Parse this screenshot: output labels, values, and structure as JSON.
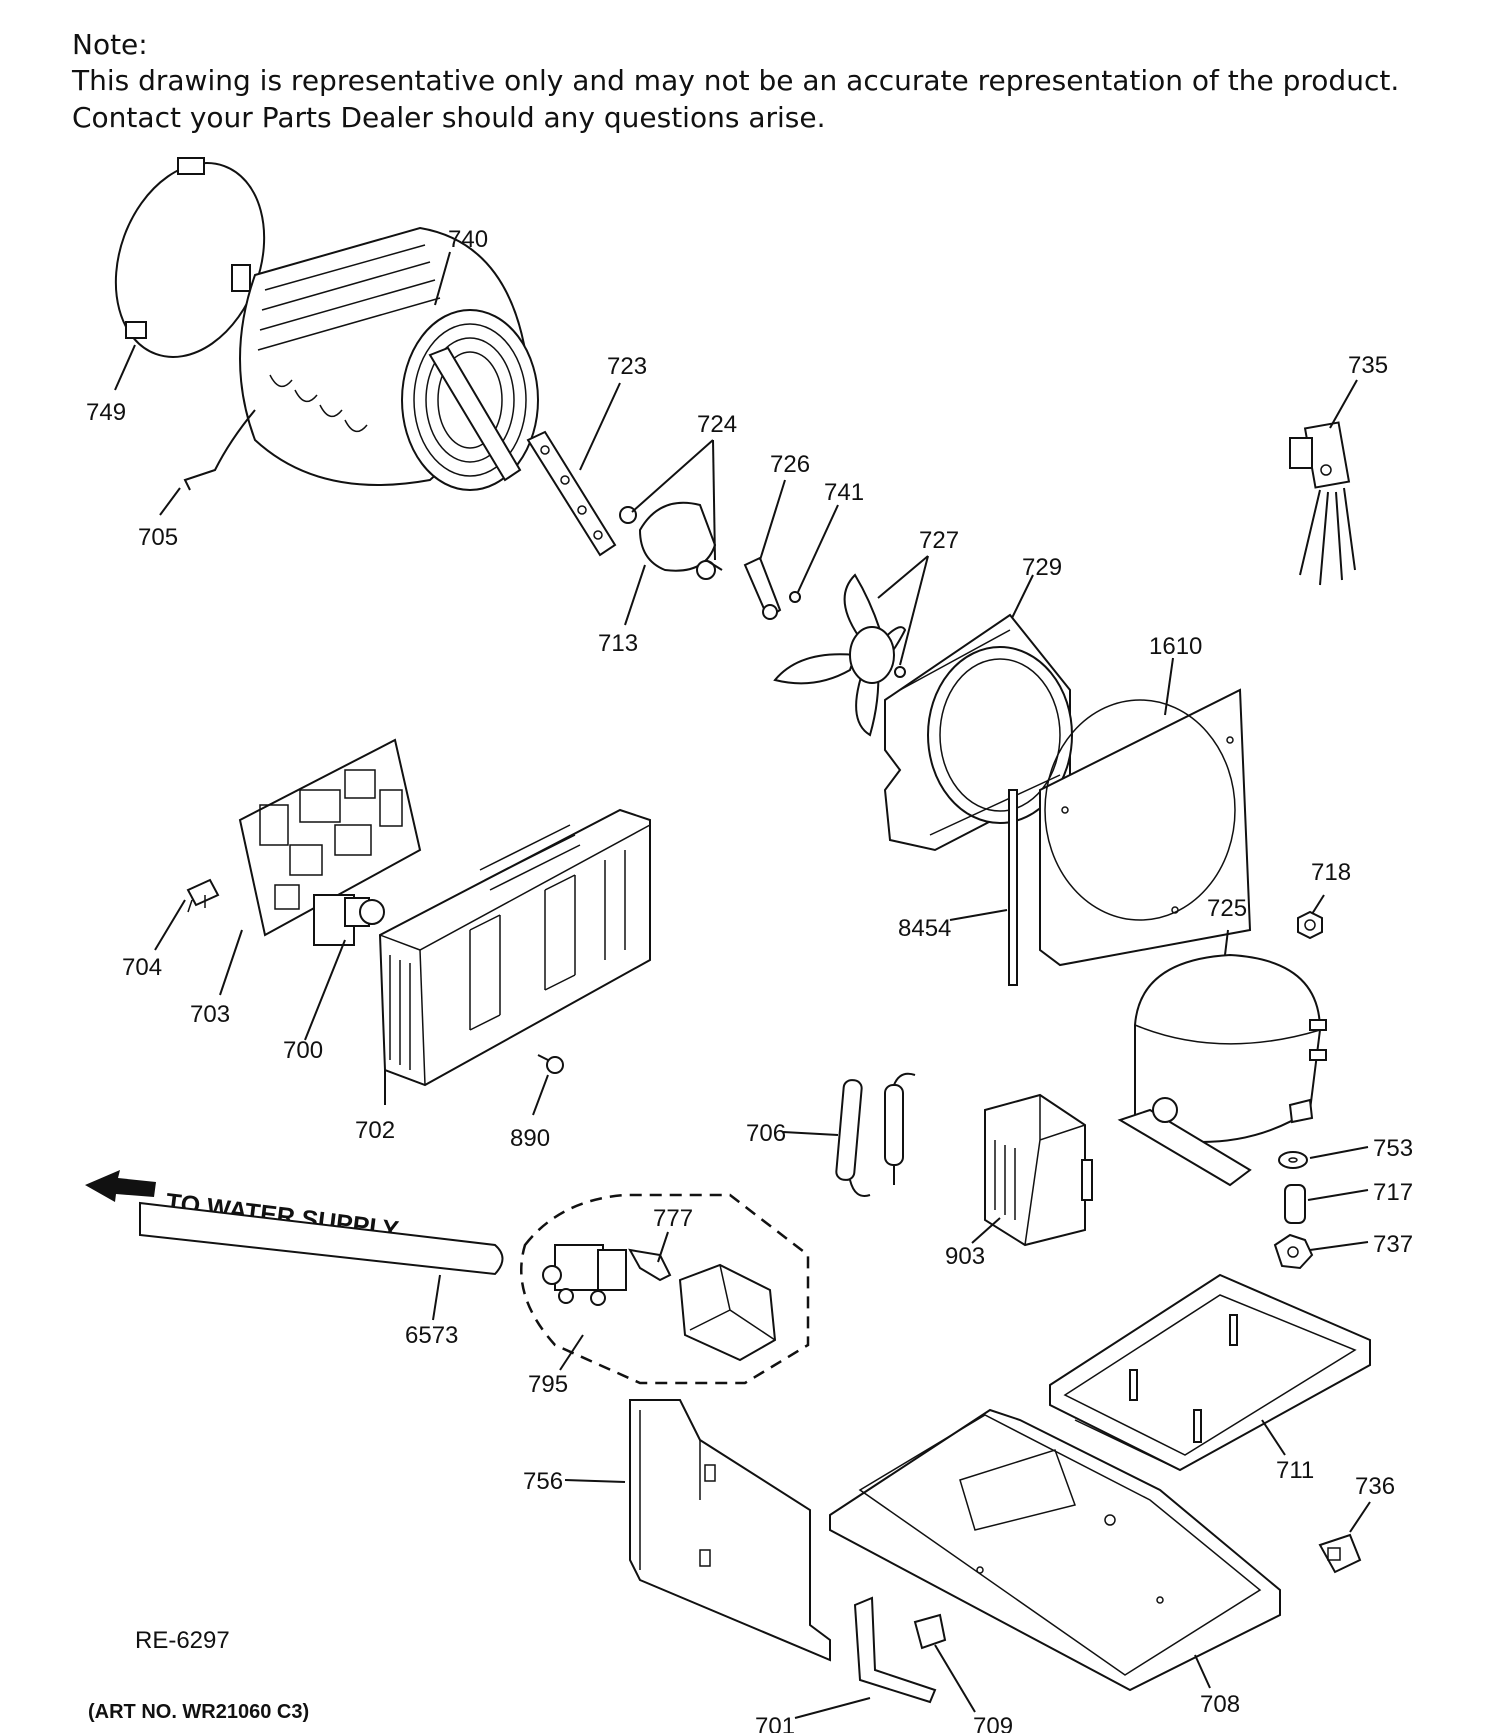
{
  "note": {
    "heading": "Note:",
    "line1": "This drawing is representative only and may not be an accurate representation of the product.",
    "line2": "Contact your Parts Dealer should any questions arise."
  },
  "labels": {
    "p740": "740",
    "p749": "749",
    "p705": "705",
    "p723": "723",
    "p724": "724",
    "p713": "713",
    "p726": "726",
    "p741": "741",
    "p727": "727",
    "p735": "735",
    "p729": "729",
    "p1610": "1610",
    "p704": "704",
    "p703": "703",
    "p700": "700",
    "p702": "702",
    "p890": "890",
    "p8454": "8454",
    "p718": "718",
    "p725": "725",
    "p706": "706",
    "p903": "903",
    "p753": "753",
    "p717": "717",
    "p737": "737",
    "p777": "777",
    "p6573": "6573",
    "p795": "795",
    "p711": "711",
    "p756": "756",
    "p736": "736",
    "p701": "701",
    "p709": "709",
    "p708": "708"
  },
  "water_supply": "TO WATER SUPPLY",
  "ref_code": "RE-6297",
  "art_no": "(ART NO. WR21060 C3)"
}
